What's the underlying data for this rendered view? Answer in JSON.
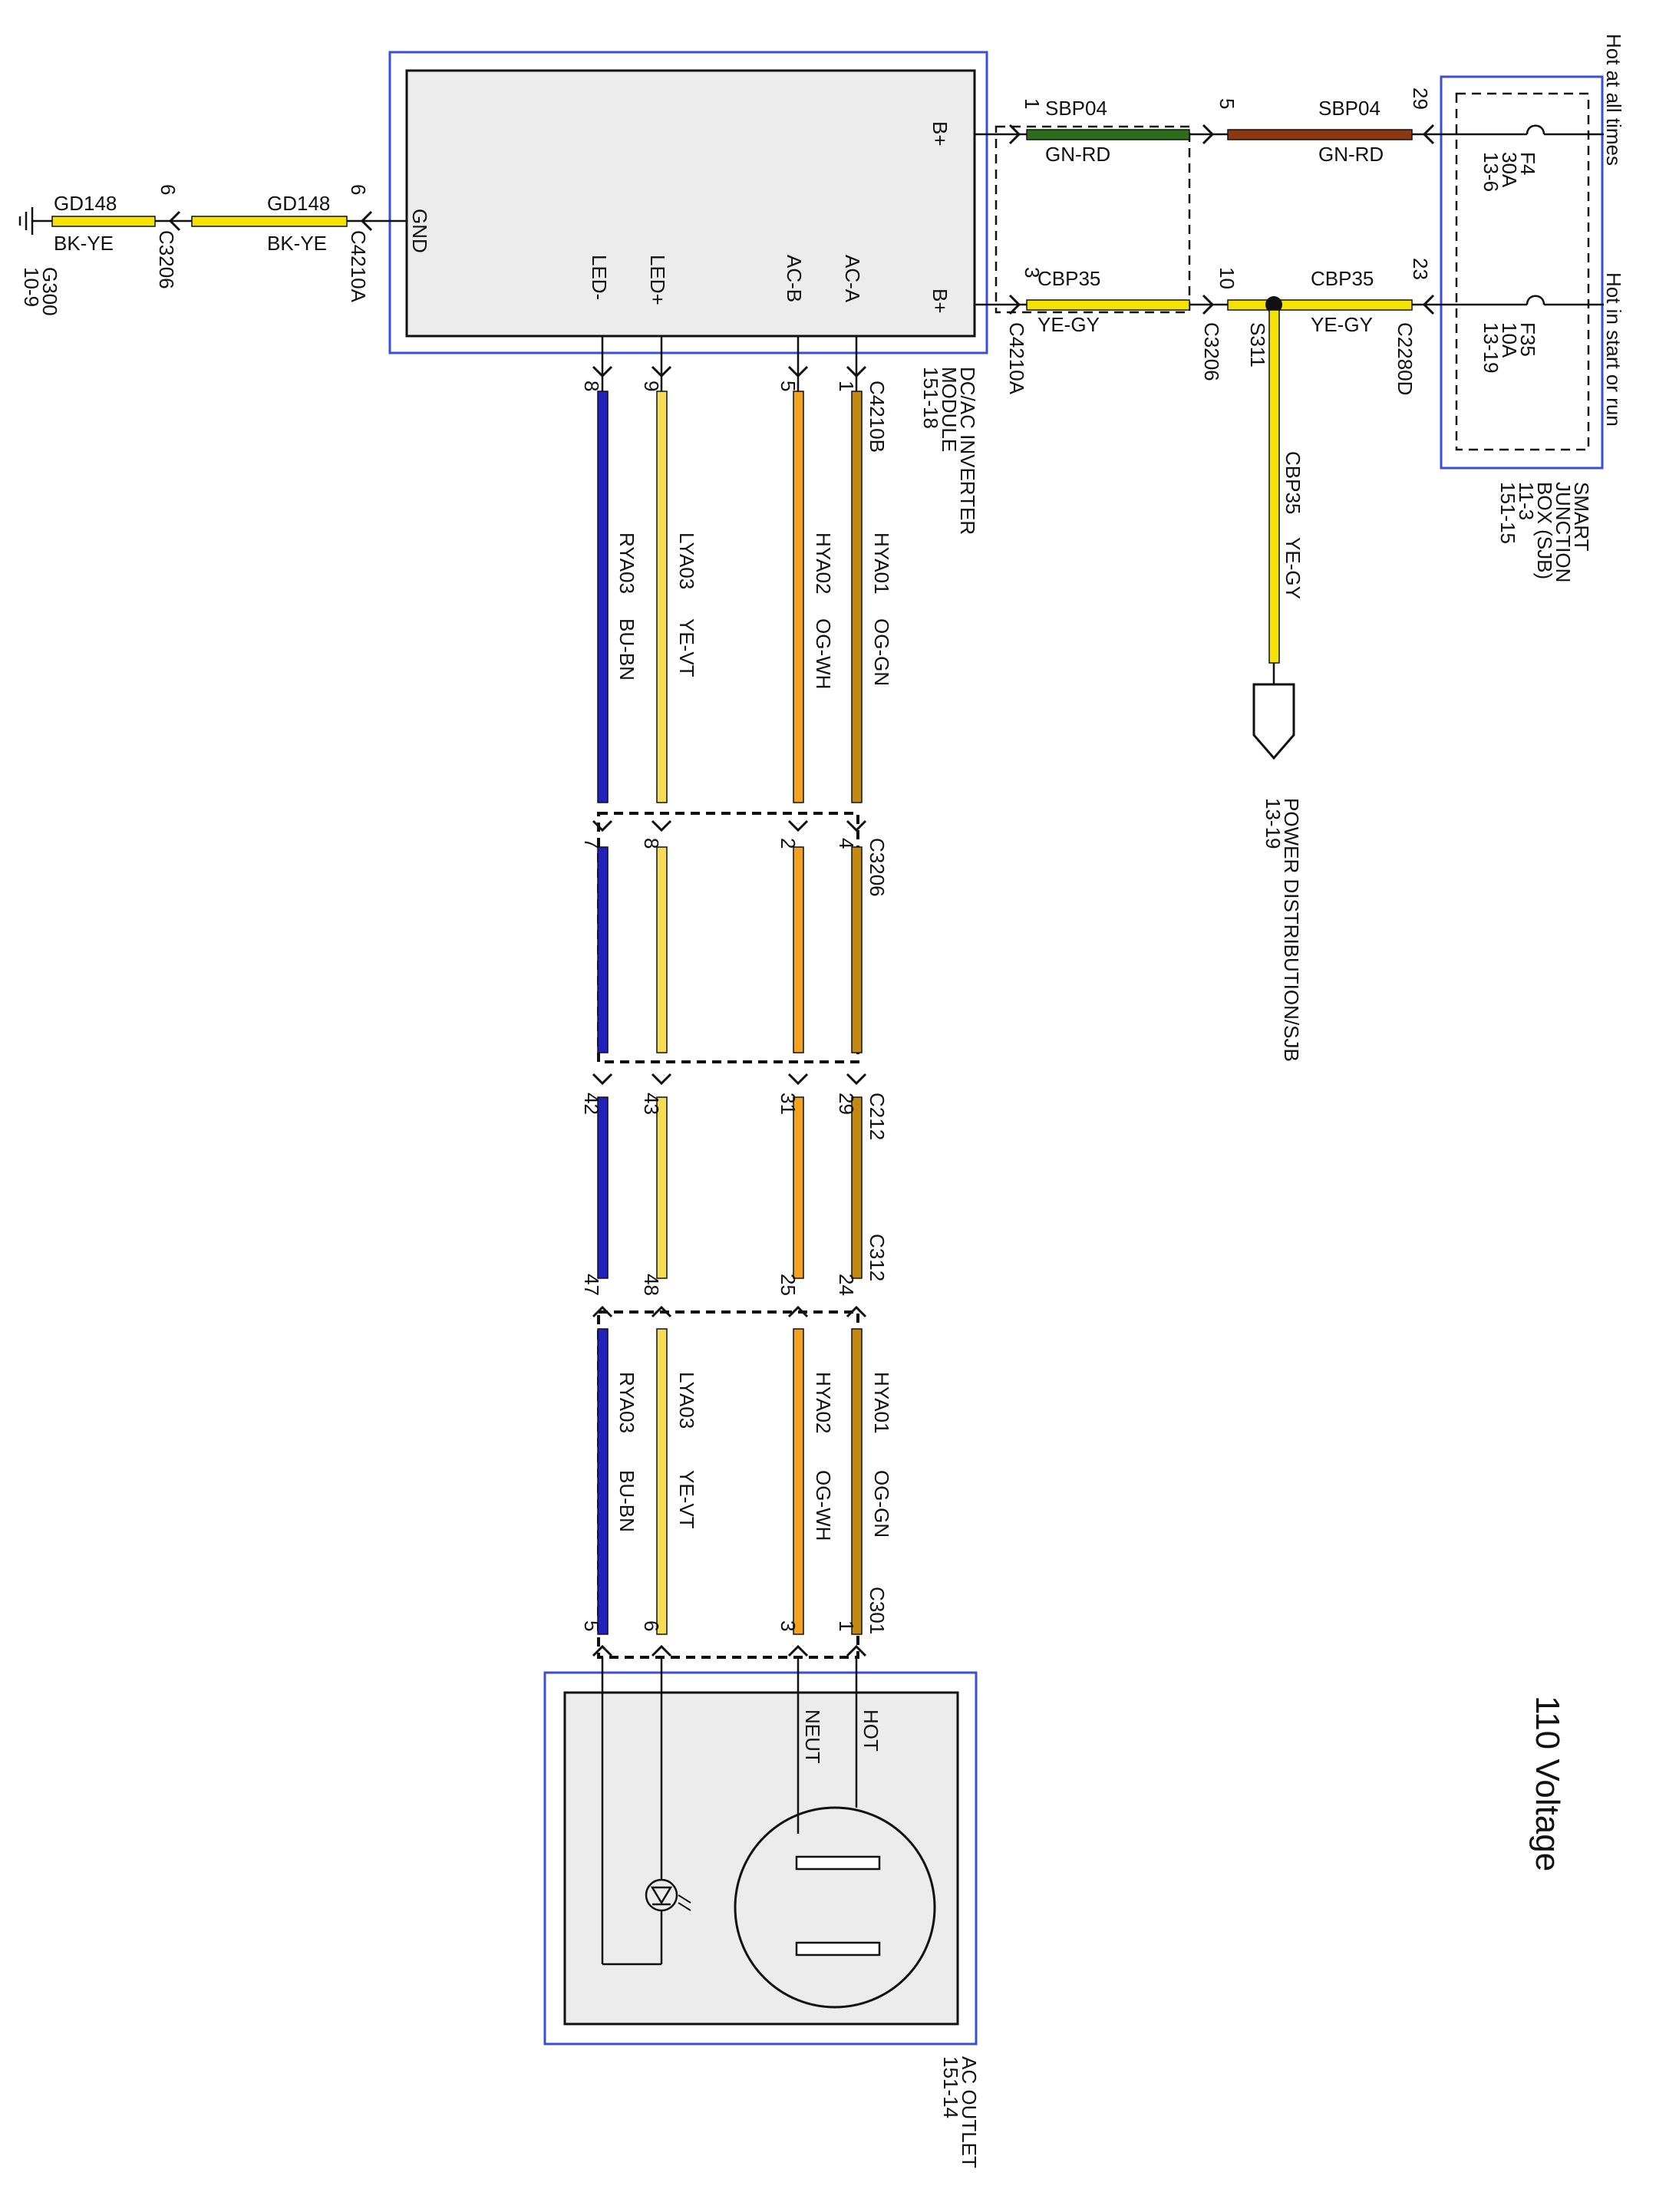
{
  "title": "110 Voltage",
  "colors": {
    "GN-RD_a": "#2e6b1e",
    "GN-RD_b": "#8a3a12",
    "YE-GY": "#f4e300",
    "BK-YE": "#f4e300",
    "BU-BN": "#2222bb",
    "YE-VT": "#f6dc55",
    "OG-WH": "#f2a21c",
    "OG-GN": "#c48a10",
    "frame": "#3a4fd4"
  },
  "components": {
    "inverter": {
      "name_line1": "DC/AC INVERTER",
      "name_line2": "MODULE",
      "ref": "151-18",
      "pins": {
        "gnd": "GND",
        "led_minus": "LED-",
        "led_plus": "LED+",
        "acb": "AC-B",
        "aca": "AC-A",
        "bplus1": "B+",
        "bplus2": "B+"
      }
    },
    "sjb": {
      "line1": "SMART",
      "line2": "JUNCTION",
      "line3": "BOX (SJB)",
      "ref1": "11-3",
      "ref2": "151-15",
      "hot_always": "Hot at all times",
      "hot_run": "Hot in start or run",
      "fuse1": {
        "name": "F4",
        "rating": "30A",
        "ref": "13-6"
      },
      "fuse2": {
        "name": "F35",
        "rating": "10A",
        "ref": "13-19"
      }
    },
    "outlet": {
      "name": "AC OUTLET",
      "ref": "151-14",
      "hot": "HOT",
      "neut": "NEUT"
    },
    "ground": {
      "name": "G300",
      "ref": "10-9"
    },
    "power_dist": {
      "name": "POWER DISTRIBUTION/SJB",
      "ref": "13-19"
    }
  },
  "connectors": {
    "c4210a": "C4210A",
    "c4210b": "C4210B",
    "c3206": "C3206",
    "c2280d": "C2280D",
    "c212": "C212",
    "c312": "C312",
    "c301": "C301",
    "s311": "S311"
  },
  "pins": {
    "top_sbp_inv": "1",
    "top_sbp_mid": "5",
    "top_sbp_sjb": "29",
    "top_cbp_inv": "3",
    "top_cbp_mid": "10",
    "top_cbp_sjb": "23",
    "gnd_c4210a": "6",
    "gnd_c3206": "6",
    "inv_led_minus": "8",
    "inv_led_plus": "9",
    "inv_acb": "5",
    "inv_aca": "1",
    "c3206_a": "7",
    "c3206_b": "8",
    "c3206_c": "2",
    "c3206_d": "4",
    "c212_a": "42",
    "c212_b": "43",
    "c212_c": "31",
    "c212_d": "29",
    "c312_a": "47",
    "c312_b": "48",
    "c312_c": "25",
    "c312_d": "24",
    "c301_a": "5",
    "c301_b": "6",
    "c301_c": "3",
    "c301_d": "1"
  },
  "wires": {
    "sbp": {
      "circuit": "SBP04",
      "color": "GN-RD"
    },
    "cbp": {
      "circuit": "CBP35",
      "color": "YE-GY"
    },
    "gnd": {
      "circuit": "GD148",
      "color": "BK-YE"
    },
    "rya": {
      "circuit": "RYA03",
      "color": "BU-BN"
    },
    "lya": {
      "circuit": "LYA03",
      "color": "YE-VT"
    },
    "hya2": {
      "circuit": "HYA02",
      "color": "OG-WH"
    },
    "hya1": {
      "circuit": "HYA01",
      "color": "OG-GN"
    }
  }
}
